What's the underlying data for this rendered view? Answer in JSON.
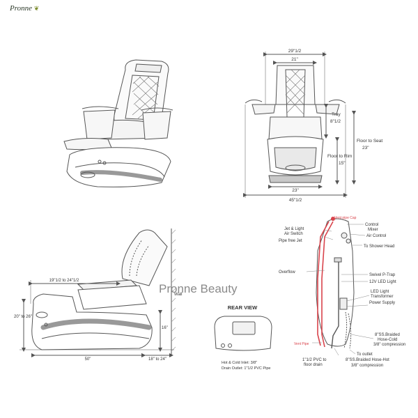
{
  "logo": {
    "text": "Pronne",
    "icon": "leaf-icon"
  },
  "watermark": "Pronne Beauty",
  "front_view": {
    "dims": {
      "width_outer": "29\"1/2",
      "width_inner": "21\"",
      "base_width": "23\"",
      "total_width": "45\"1/2"
    },
    "labels": {
      "tray": "Tray",
      "tray_dim": "8\"1/2",
      "floor_to_rim": "Floor to Rim",
      "rim_dim": "15\"",
      "floor_to_seat": "Floor to Seat",
      "seat_dim": "23\""
    }
  },
  "side_view": {
    "dims": {
      "arm_depth": "19\"1/2 to 24\"1/2",
      "basin_height": "20\" to 26\"",
      "seat_height": "16\"",
      "length": "50\"",
      "clearance": "18\" to 24\""
    },
    "labels": {
      "wall": "Wall"
    }
  },
  "rear_view": {
    "title": "REAR VIEW",
    "inlet": "Hot & Cold Inlet: 3/8\"",
    "outlet": "Drain Outlet: 1\"1/2 PVC Pipe"
  },
  "plumbing": {
    "vent_pipe_cap": "Vent pipe Cap",
    "jet_light_switch_1": "Jet & Light",
    "jet_light_switch_2": "Air Switch",
    "pipe_free_jet": "Pipe free Jet",
    "control_1": "Control",
    "control_2": "Mixer",
    "air_control": "Air Control",
    "shower_head": "To Shower Head",
    "overflow": "Overflow",
    "swivel": "Swivel P-Trap",
    "led": "12V LED Light",
    "transformer_1": "LED Light",
    "transformer_2": "Transformer",
    "power": "Power Supply",
    "cold_1": "8\"SS.Braided",
    "cold_2": "Hose-Cold",
    "cold_3": "3/8\" compression",
    "vent_pipe": "Vent Pipe",
    "to_outlet": "To outlet",
    "hot_1": "8\"SS.Braided Hose-Hot",
    "hot_2": "3/8\" compression",
    "drain_1": "1\"1/2 PVC to",
    "drain_2": "floor drain"
  },
  "colors": {
    "line": "#555555",
    "red_pipe": "#d9434b",
    "shade": "#bfbfbf"
  }
}
